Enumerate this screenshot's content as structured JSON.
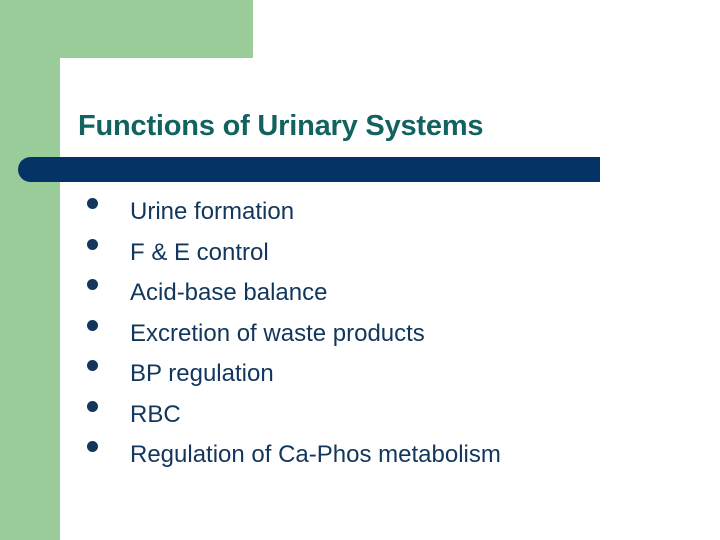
{
  "slide": {
    "title": "Functions of Urinary Systems",
    "bullets": [
      {
        "label": "Urine formation"
      },
      {
        "label": "F & E control"
      },
      {
        "label": "Acid-base balance"
      },
      {
        "label": "Excretion of waste products"
      },
      {
        "label": "BP regulation"
      },
      {
        "label": "RBC"
      },
      {
        "label": "Regulation of Ca-Phos metabolism"
      }
    ],
    "colors": {
      "accent_green": "#99cc99",
      "title_teal": "#126360",
      "bar_navy": "#033465",
      "body_navy": "#12365c",
      "background": "#ffffff"
    }
  }
}
